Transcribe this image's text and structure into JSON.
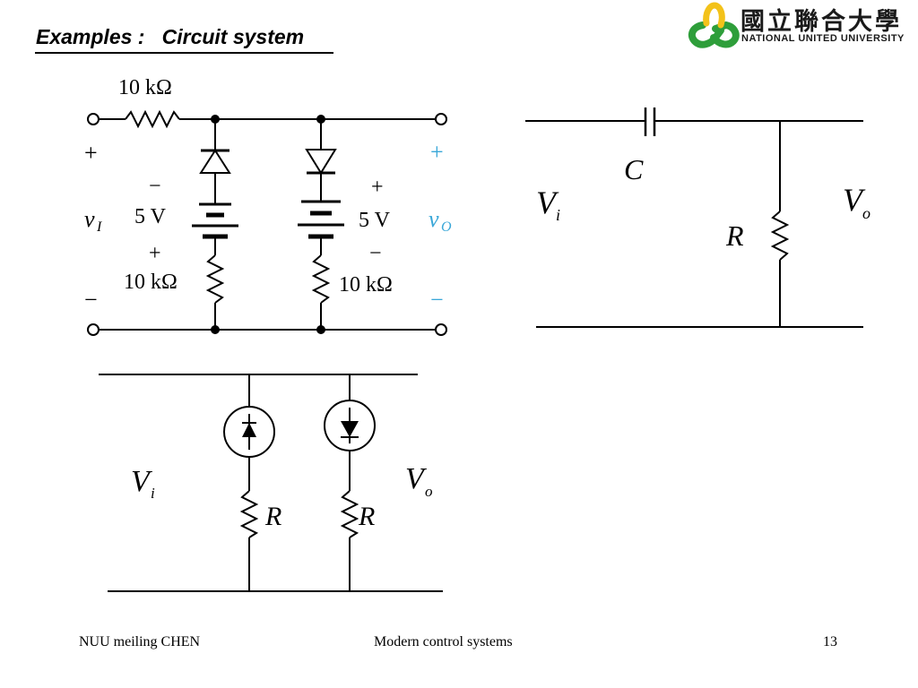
{
  "slide": {
    "title": "Examples :   Circuit system",
    "logo_cn": "國立聯合大學",
    "logo_en": "NATIONAL UNITED UNIVERSITY"
  },
  "circuit1": {
    "r_top": "10 kΩ",
    "plus_in": "+",
    "minus_in": "−",
    "input_label": "v",
    "input_sub": "I",
    "output_label": "v",
    "output_sub": "O",
    "plus_out": "+",
    "minus_out": "−",
    "left_batt_minus": "−",
    "left_batt_v": "5 V",
    "left_batt_plus": "+",
    "left_r": "10 kΩ",
    "right_batt_plus": "+",
    "right_batt_v": "5 V",
    "right_batt_minus": "−",
    "right_r": "10 kΩ"
  },
  "circuit2": {
    "cap": "C",
    "vi": "V",
    "vi_sub": "i",
    "vo": "V",
    "vo_sub": "o",
    "r": "R"
  },
  "circuit3": {
    "vi": "V",
    "vi_sub": "i",
    "vo": "V",
    "vo_sub": "o",
    "r_left": "R",
    "r_right": "R"
  },
  "footer": {
    "author": "NUU meiling CHEN",
    "course": "Modern control systems",
    "page": "13"
  },
  "colors": {
    "accent_blue": "#3aa7d8",
    "logo_green": "#2e9e3a",
    "logo_yellow": "#f3c21a"
  }
}
